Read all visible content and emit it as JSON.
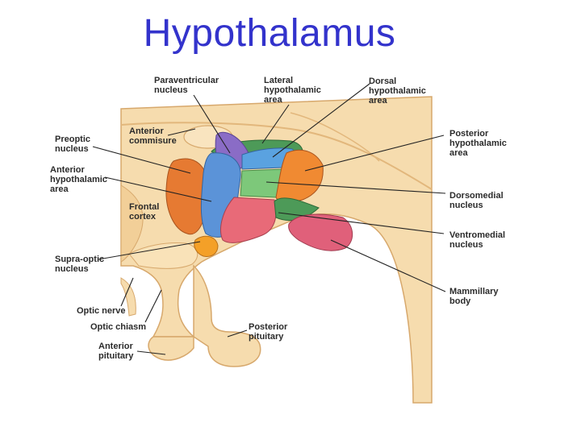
{
  "title": "Hypothalamus",
  "labels": {
    "paraventricular": "Paraventricular\nnucleus",
    "lateral": "Lateral\nhypothalamic\narea",
    "dorsal": "Dorsal\nhypothalamic\narea",
    "preoptic": "Preoptic\nnucleus",
    "anterior_commisure": "Anterior\ncommisure",
    "posterior_hypo": "Posterior\nhypothalamic\narea",
    "anterior_hypo": "Anterior\nhypothalamic\narea",
    "dorsomedial": "Dorsomedial\nnucleus",
    "frontal_cortex": "Frontal\ncortex",
    "ventromedial": "Ventromedial\nnucleus",
    "supraoptic": "Supra-optic\nnucleus",
    "mammillary": "Mammillary\nbody",
    "optic_nerve": "Optic nerve",
    "optic_chiasm": "Optic chiasm",
    "posterior_pituitary": "Posterior\npituitary",
    "anterior_pituitary": "Anterior\npituitary"
  },
  "colors": {
    "title": "#3333cc",
    "tissue": "#f6dcae",
    "tissue_dark": "#e2b77c",
    "paraventricular": "#8a6cc6",
    "lateral": "#4d9a58",
    "preoptic": "#e67a32",
    "anterior_hypo": "#5b93d8",
    "posterior_hypo": "#f08a32",
    "dorsomedial": "#7dc87a",
    "dorsal": "#5aa2e0",
    "ventromedial": "#e86a78",
    "mammillary": "#e0607a",
    "supraoptic": "#f4a028"
  }
}
